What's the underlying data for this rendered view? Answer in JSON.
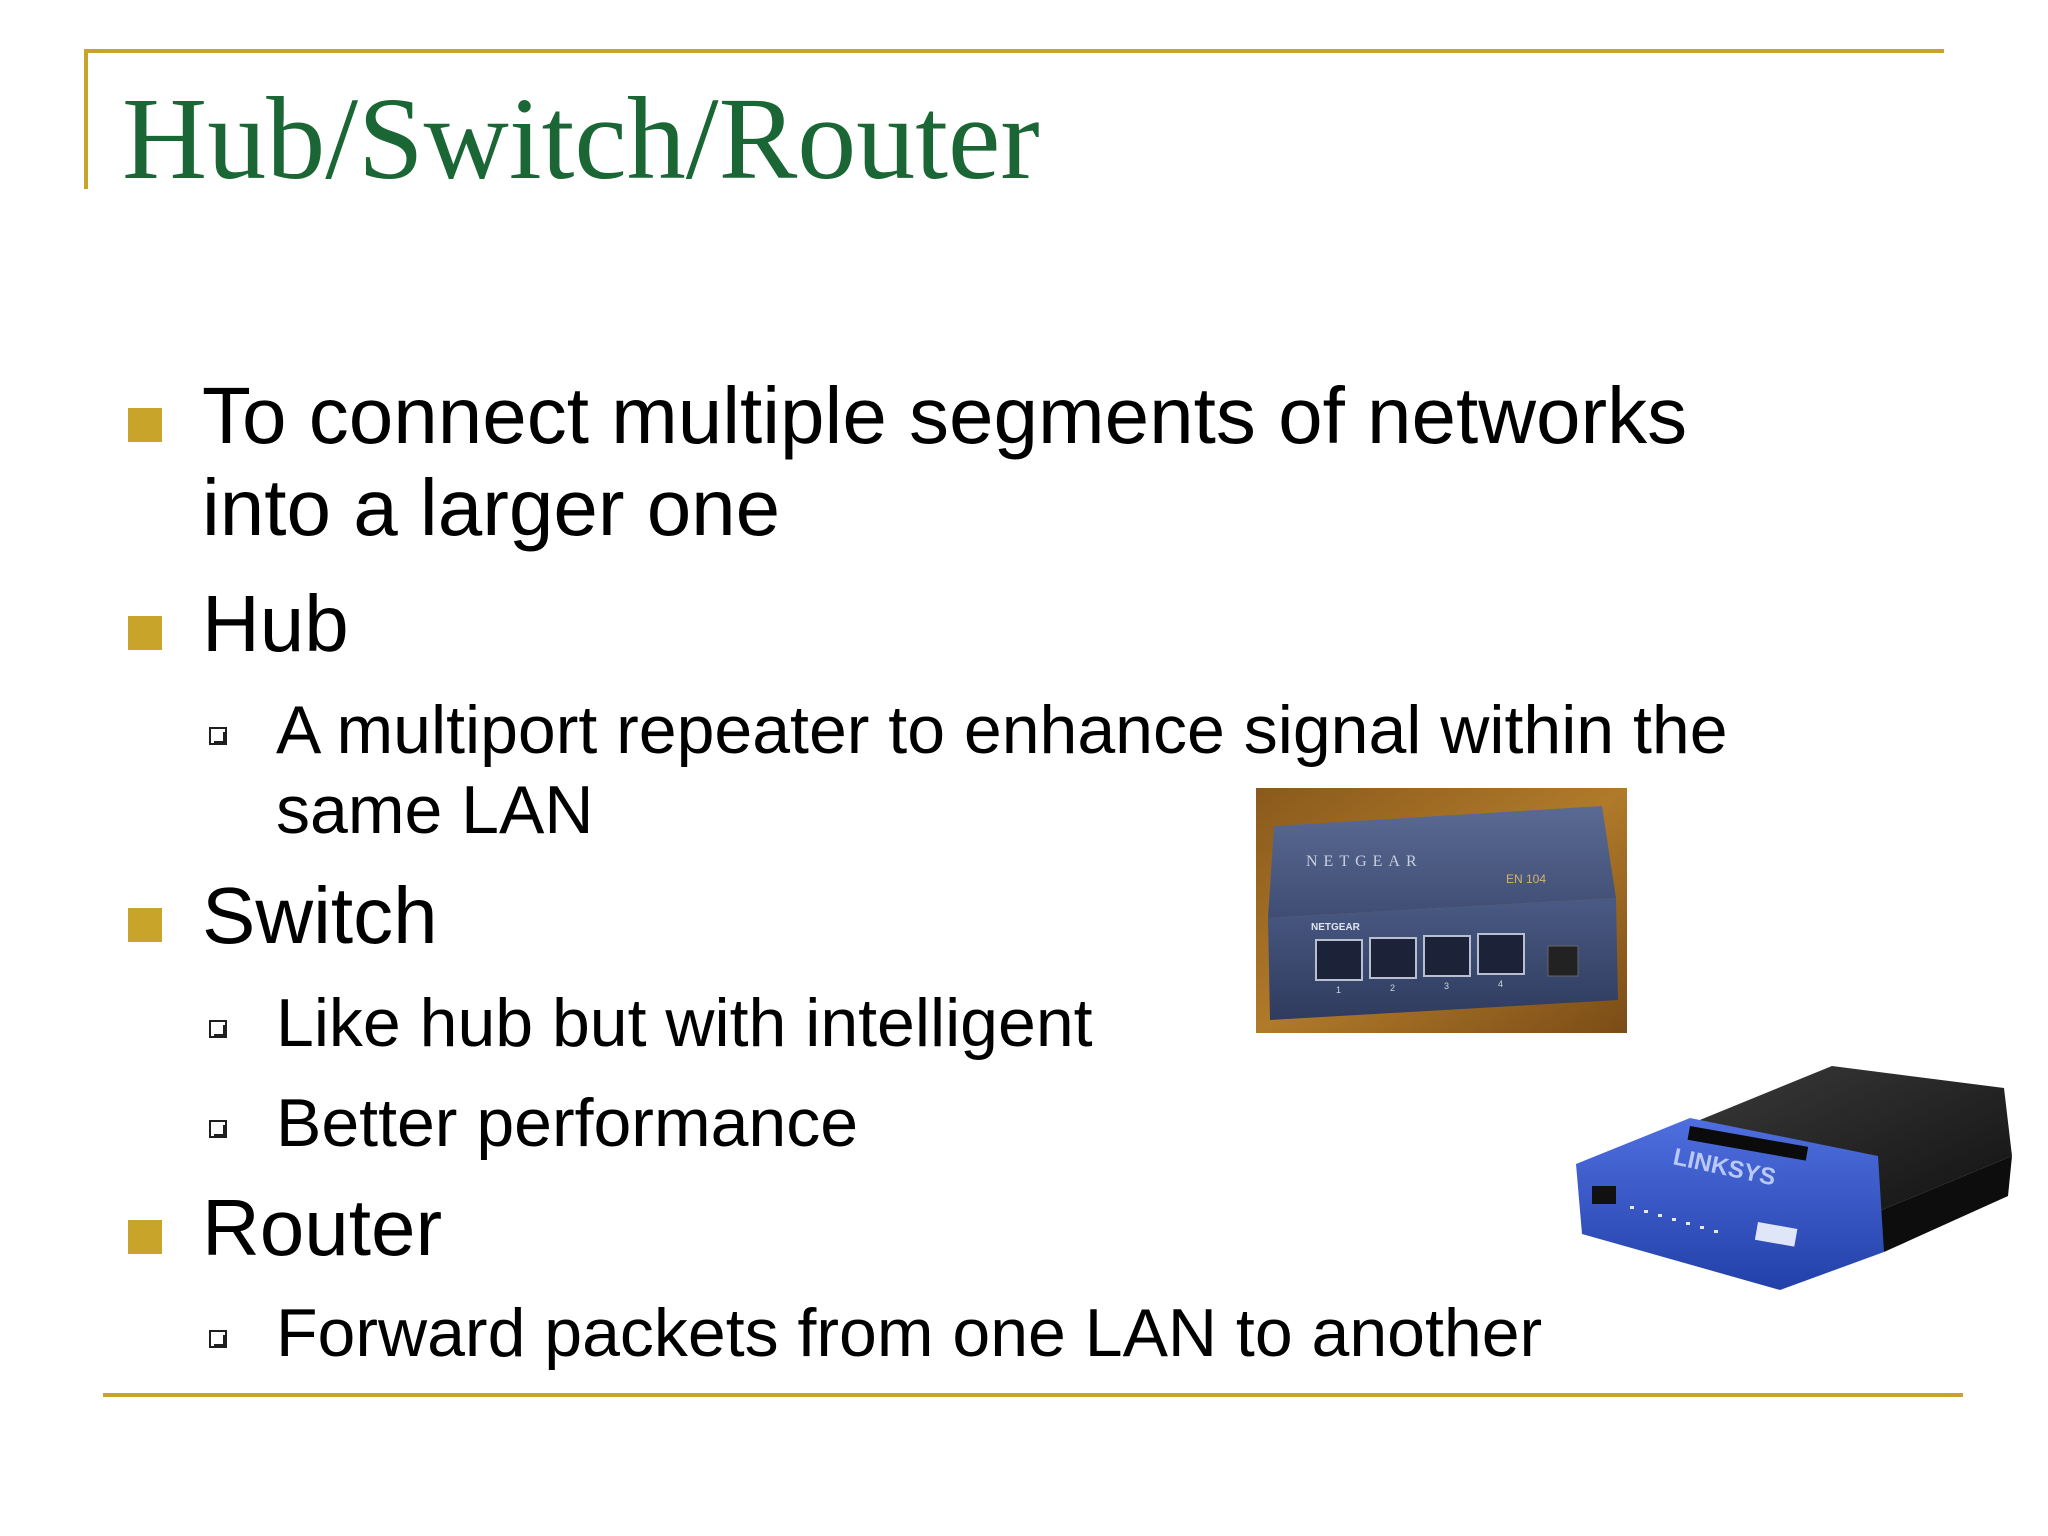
{
  "slide": {
    "title": "Hub/Switch/Router",
    "bullets": [
      {
        "text": "To connect multiple segments of networks",
        "text_line2": "into a larger one"
      },
      {
        "text": "Hub",
        "sub": [
          {
            "text": "A multiport repeater to enhance signal within the",
            "text_line2": "same LAN"
          }
        ]
      },
      {
        "text": "Switch",
        "sub": [
          {
            "text": "Like hub but with intelligent"
          },
          {
            "text": "Better performance"
          }
        ]
      },
      {
        "text": "Router",
        "sub": [
          {
            "text": "Forward packets from one LAN to another"
          }
        ]
      }
    ]
  },
  "images": {
    "hub": {
      "brand": "NETGEAR",
      "model": "EN 104",
      "port_numbers": [
        "1",
        "2",
        "3",
        "4"
      ]
    },
    "router": {
      "brand": "LINKSYS"
    }
  },
  "colors": {
    "accent": "#c8a52a",
    "title": "#1a6634",
    "text": "#000000"
  }
}
